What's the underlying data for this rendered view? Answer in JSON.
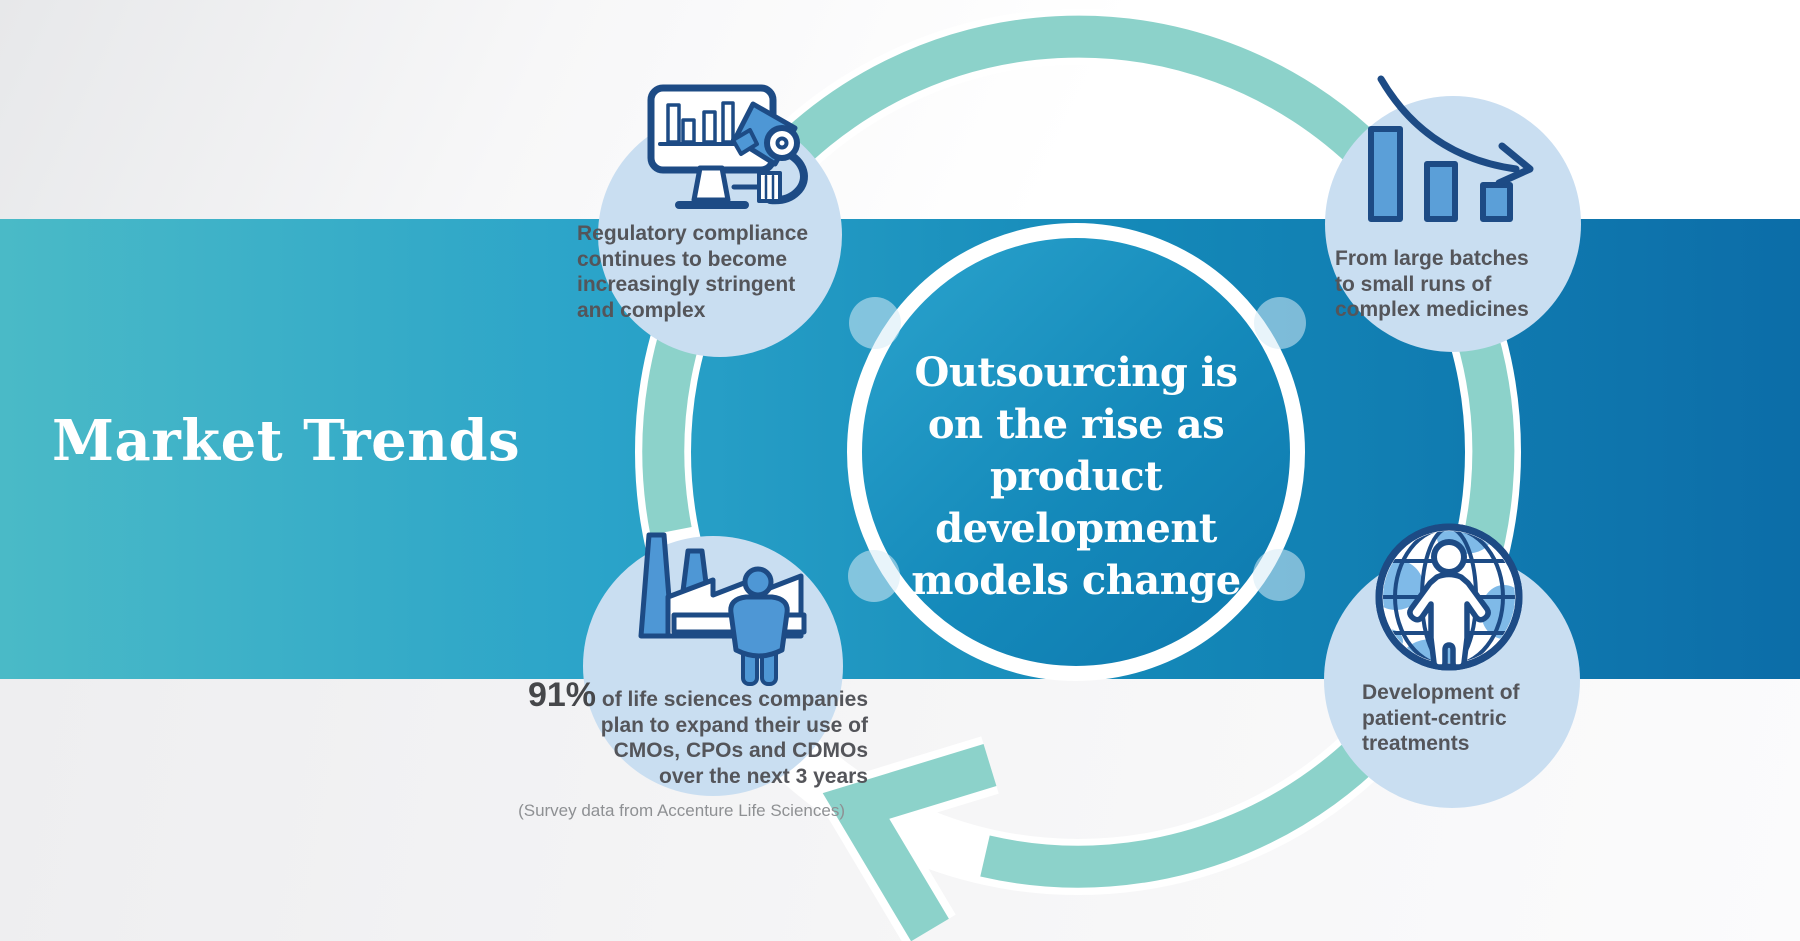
{
  "title": "Market Trends",
  "hub": {
    "lines": [
      "Outsourcing is",
      "on the rise as",
      "product development",
      "models change"
    ]
  },
  "satellites": {
    "top_left": {
      "icon": "monitor-chart-microscope",
      "lines": [
        "Regulatory compliance",
        "continues to become",
        "increasingly stringent",
        "and complex"
      ]
    },
    "top_right": {
      "icon": "declining-bar-chart",
      "lines": [
        "From large batches",
        "to small runs of",
        "complex medicines"
      ]
    },
    "bottom_left": {
      "icon": "factory-worker",
      "stat": "91%",
      "stat_suffix": "of life sciences companies",
      "lines": [
        "plan to expand their use of",
        "CMOs, CPOs and CDMOs",
        "over the next 3 years"
      ],
      "source": "(Survey data from Accenture Life Sciences)"
    },
    "bottom_right": {
      "icon": "globe-patient",
      "lines": [
        "Development of",
        "patient-centric",
        "treatments"
      ]
    }
  },
  "colors": {
    "band_teal": "#4ABAC7",
    "band_blue": "#0C6DA8",
    "hub_blue_light": "#2BA4CD",
    "hub_blue_dark": "#0E78AE",
    "cycle_arrow_teal": "#8CD2CA",
    "satellite_fill": "#C9DEF1",
    "icon_navy": "#1D4B85",
    "icon_blue": "#4E97D5",
    "text_dark": "#54555A",
    "text_muted": "#8E9093"
  }
}
